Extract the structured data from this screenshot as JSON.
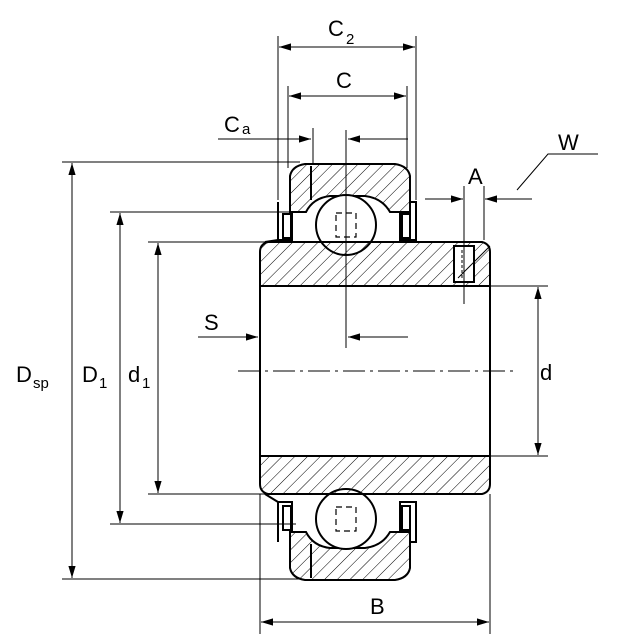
{
  "labels": {
    "c2": "C",
    "c2_sub": "2",
    "c": "C",
    "ca": "C",
    "ca_sub": "a",
    "w": "W",
    "a": "A",
    "s": "S",
    "dsp": "D",
    "dsp_sub": "sp",
    "d1_outer": "D",
    "d1_outer_sub": "1",
    "d1_inner": "d",
    "d1_inner_sub": "1",
    "d": "d",
    "b": "B"
  },
  "colors": {
    "line": "#000000",
    "background": "#ffffff"
  }
}
